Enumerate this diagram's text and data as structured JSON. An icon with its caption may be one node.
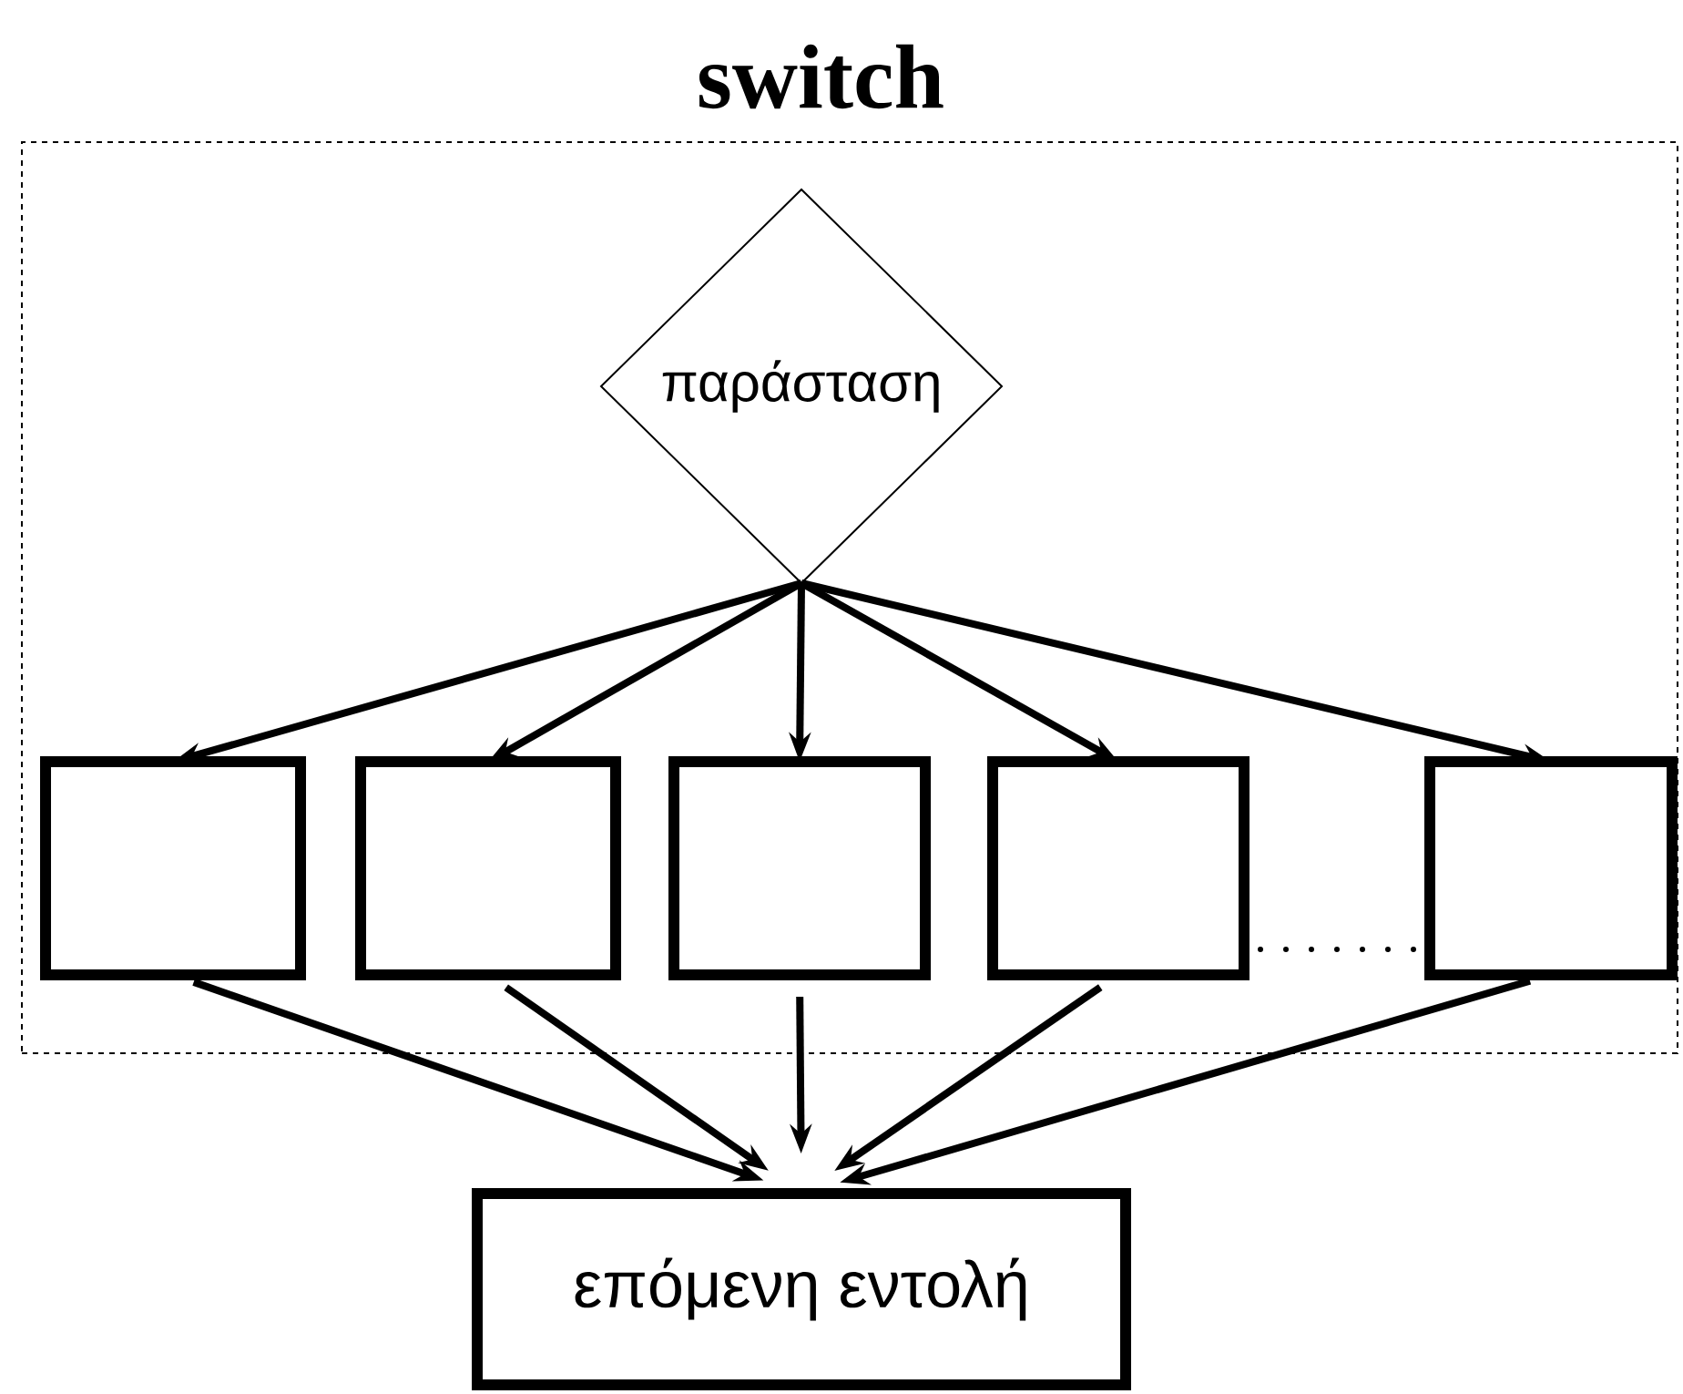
{
  "diagram": {
    "nodes": [
      {
        "text": [
          "switch"
        ]
      },
      {
        "text": [
          "παράσταση"
        ],
        "in": 0
      },
      {
        "text": [],
        "shape": "box",
        "in": 0
      },
      {
        "text": [],
        "shape": "box",
        "in": 0
      },
      {
        "text": [],
        "shape": "box",
        "in": 0
      },
      {
        "text": [],
        "shape": "box",
        "in": 0
      },
      {
        "text": [],
        "shape": "box",
        "in": 0
      },
      {
        "text": [
          "επόμενη εντολή"
        ]
      }
    ],
    "edges": [
      {
        "from": 1,
        "to": 2,
        "arrow": "to"
      },
      {
        "from": 1,
        "to": 3,
        "arrow": "to"
      },
      {
        "from": 1,
        "to": 4,
        "arrow": "to"
      },
      {
        "from": 1,
        "to": 5,
        "arrow": "to"
      },
      {
        "from": 1,
        "to": 6,
        "arrow": "to"
      },
      {
        "from": 2,
        "to": 7,
        "arrow": "to"
      },
      {
        "from": 3,
        "to": 7,
        "arrow": "to"
      },
      {
        "from": 4,
        "to": 7,
        "arrow": "to"
      },
      {
        "from": 5,
        "to": 7,
        "arrow": "to"
      },
      {
        "from": 6,
        "to": 7,
        "arrow": "to"
      }
    ]
  }
}
